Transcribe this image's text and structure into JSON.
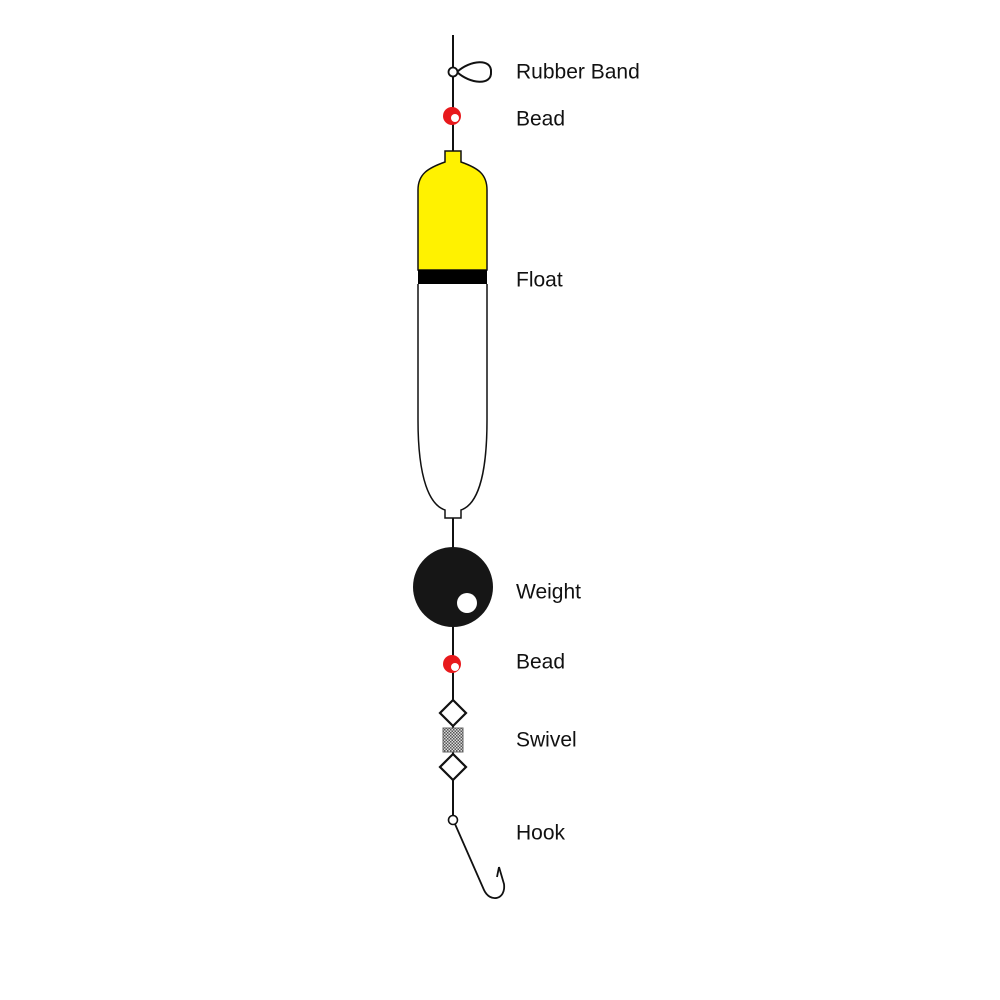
{
  "labels": {
    "rubber_band": "Rubber Band",
    "bead_top": "Bead",
    "float": "Float",
    "weight": "Weight",
    "bead_bottom": "Bead",
    "swivel": "Swivel",
    "hook": "Hook"
  },
  "colors": {
    "line": "#111111",
    "bead": "#e8191c",
    "float_top": "#fff200",
    "float_band": "#000000",
    "weight": "#161616"
  }
}
